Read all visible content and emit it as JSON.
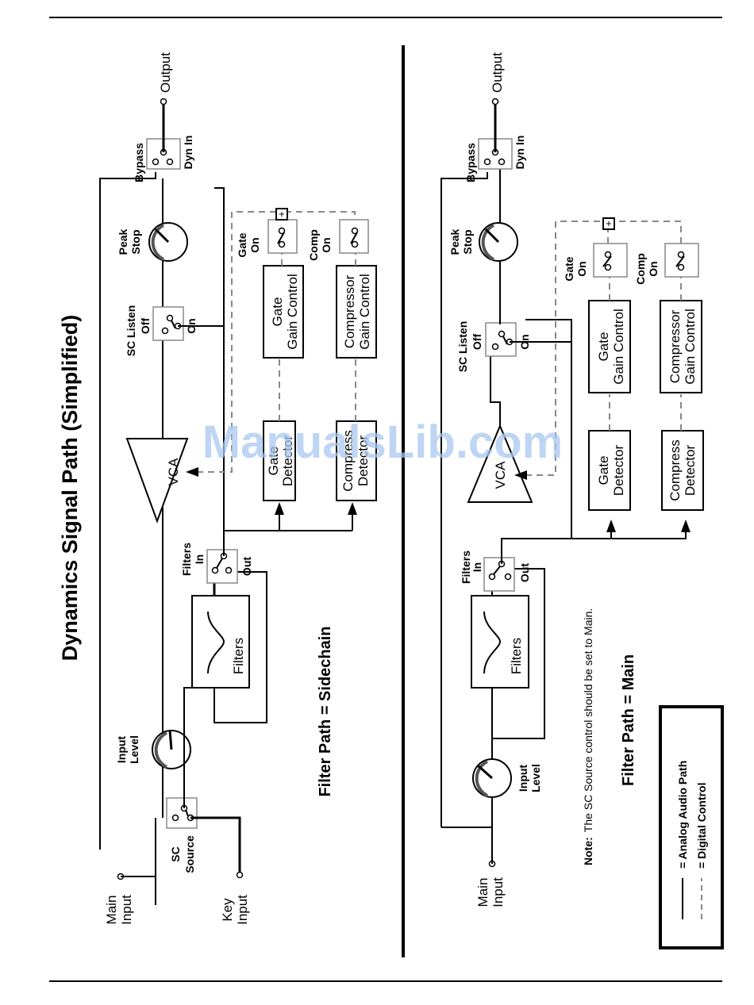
{
  "page": {
    "title": "Dynamics Signal Path (Simplified)",
    "watermark": "ManualsLib.com"
  },
  "panels": [
    {
      "id": "sidechain",
      "caption": "Filter Path = Sidechain",
      "labels": {
        "output": "Output",
        "bypass": "Bypass",
        "dyn_in": "Dyn In",
        "peak_stop_1": "Peak",
        "peak_stop_2": "Stop",
        "sc_listen": "SC Listen",
        "off": "Off",
        "on": "On",
        "gate_on_1": "Gate",
        "gate_on_2": "On",
        "comp_on_1": "Comp",
        "comp_on_2": "On",
        "gate_gain_1": "Gate",
        "gate_gain_2": "Gain Control",
        "comp_gain_1": "Compressor",
        "comp_gain_2": "Gain Control",
        "vca": "VCA",
        "gate_det_1": "Gate",
        "gate_det_2": "Detector",
        "comp_det_1": "Compress",
        "comp_det_2": "Detector",
        "filters_sw": "Filters",
        "in": "In",
        "out": "Out",
        "filters_box": "Filters",
        "input_level_1": "Input",
        "input_level_2": "Level",
        "sc_source_1": "SC",
        "sc_source_2": "Source",
        "main_input_1": "Main",
        "main_input_2": "Input",
        "key_input_1": "Key",
        "key_input_2": "Input"
      }
    },
    {
      "id": "main",
      "caption": "Filter Path = Main",
      "note_label": "Note:",
      "note_text": "The SC Source control should be set to Main.",
      "labels": {
        "output": "Output",
        "bypass": "Bypass",
        "dyn_in": "Dyn In",
        "peak_stop_1": "Peak",
        "peak_stop_2": "Stop",
        "sc_listen": "SC Listen",
        "off": "Off",
        "on": "On",
        "gate_on_1": "Gate",
        "gate_on_2": "On",
        "comp_on_1": "Comp",
        "comp_on_2": "On",
        "gate_gain_1": "Gate",
        "gate_gain_2": "Gain Control",
        "comp_gain_1": "Compressor",
        "comp_gain_2": "Gain Control",
        "vca": "VCA",
        "gate_det_1": "Gate",
        "gate_det_2": "Detector",
        "comp_det_1": "Compress",
        "comp_det_2": "Detector",
        "filters_sw": "Filters",
        "in": "In",
        "out": "Out",
        "filters_box": "Filters",
        "input_level_1": "Input",
        "input_level_2": "Level",
        "main_input_1": "Main",
        "main_input_2": "Input"
      }
    }
  ],
  "legend": {
    "analog": "= Analog Audio Path",
    "digital": "= Digital Control"
  }
}
